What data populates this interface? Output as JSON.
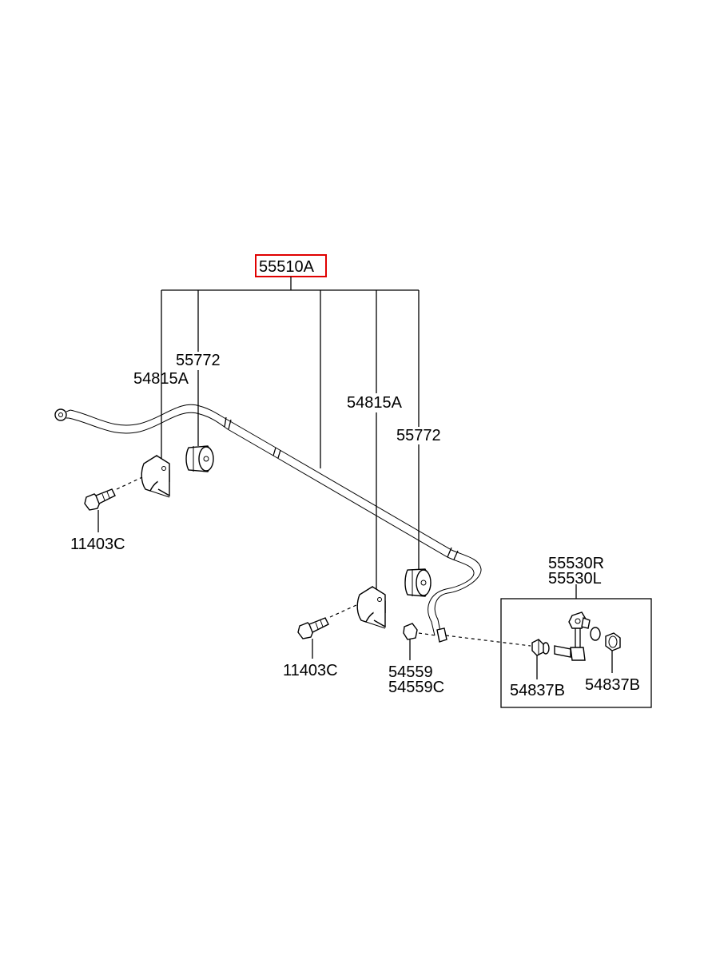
{
  "diagram": {
    "main_part": "55510A",
    "labels": {
      "bushing_left": "55772",
      "bracket_left": "54815A",
      "bolt_left": "11403C",
      "bracket_right": "54815A",
      "bushing_right": "55772",
      "bolt_right": "11403C",
      "nut_a": "54559",
      "nut_b": "54559C",
      "link_r": "55530R",
      "link_l": "55530L",
      "link_nut_left": "54837B",
      "link_nut_right": "54837B"
    },
    "highlight_color": "#e00000"
  }
}
